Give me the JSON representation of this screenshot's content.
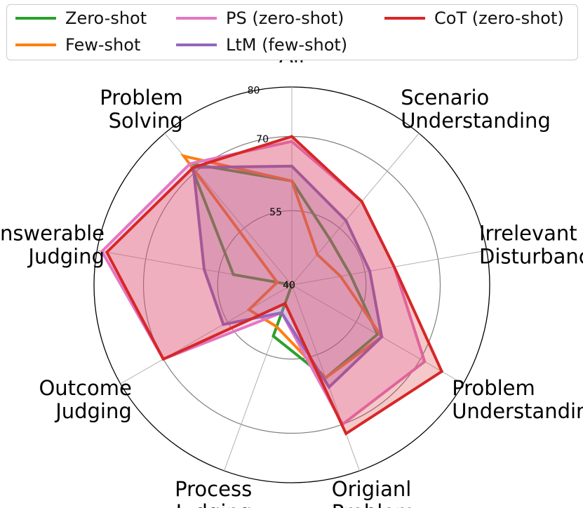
{
  "chart_data": {
    "type": "radar",
    "categories": [
      [
        "All"
      ],
      [
        "Scenario",
        "Understanding"
      ],
      [
        "Irrelevant",
        "Disturbance"
      ],
      [
        "Problem",
        "Understanding"
      ],
      [
        "Origianl",
        "Problem"
      ],
      [
        "Process",
        "Judging"
      ],
      [
        "Outcome",
        "Judging"
      ],
      [
        "Answerable",
        "Judging"
      ],
      [
        "Problem",
        "Solving"
      ]
    ],
    "rlim": [
      40,
      80
    ],
    "rticks": [
      40,
      55,
      70,
      80
    ],
    "grid": true,
    "legend": "top",
    "series": [
      {
        "name": "Zero-shot",
        "color": "#2ca02c",
        "fill": false,
        "values": [
          61,
          52,
          52,
          60,
          60,
          51,
          40,
          52,
          72
        ]
      },
      {
        "name": "Few-shot",
        "color": "#ff7f0e",
        "fill": false,
        "values": [
          61,
          48,
          50,
          61,
          60,
          49,
          50,
          43,
          74
        ]
      },
      {
        "name": "PS (zero-shot)",
        "color": "#e377c2",
        "fill": true,
        "values": [
          69,
          62,
          61,
          71,
          70,
          46,
          70,
          79,
          72
        ]
      },
      {
        "name": "LtM (few-shot)",
        "color": "#9467bd",
        "fill": true,
        "values": [
          64,
          57,
          56,
          61,
          62,
          46,
          56,
          58,
          71
        ]
      },
      {
        "name": "CoT (zero-shot)",
        "color": "#d62728",
        "fill": true,
        "values": [
          70,
          62,
          61,
          75,
          72,
          44,
          70,
          78,
          71
        ]
      }
    ]
  }
}
